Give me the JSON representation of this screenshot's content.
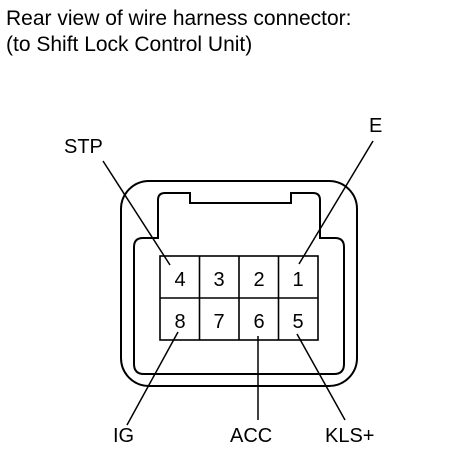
{
  "title": {
    "line1": "Rear view of wire harness connector:",
    "line2": "(to Shift Lock Control Unit)"
  },
  "pins": {
    "top_row": [
      "4",
      "3",
      "2",
      "1"
    ],
    "bottom_row": [
      "8",
      "7",
      "6",
      "5"
    ]
  },
  "labels": {
    "stp": "STP",
    "e": "E",
    "ig": "IG",
    "acc": "ACC",
    "kls": "KLS+"
  }
}
